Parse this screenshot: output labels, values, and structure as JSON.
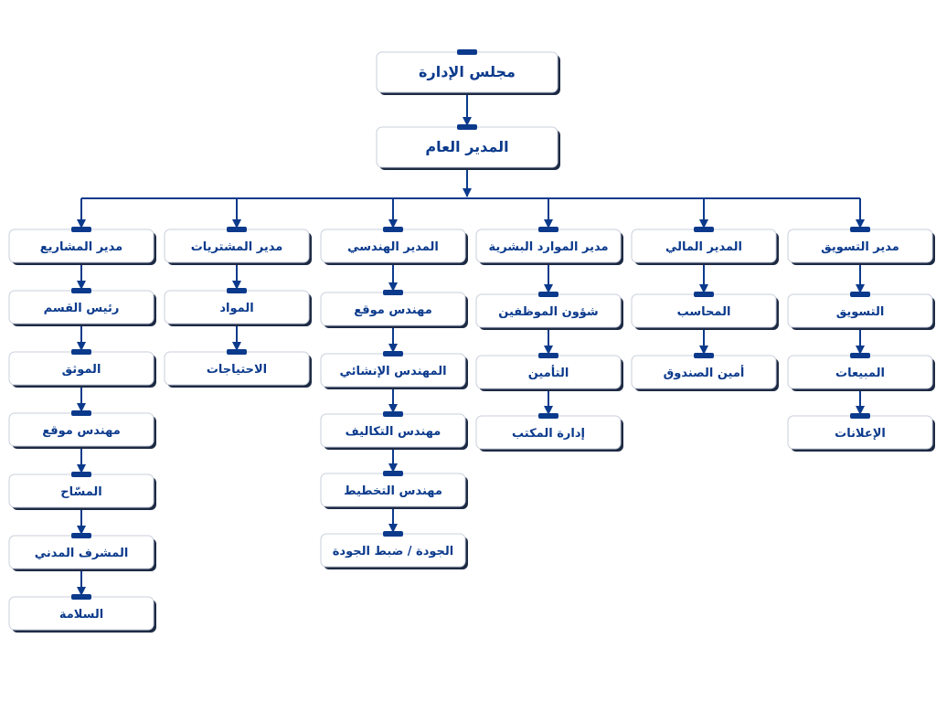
{
  "colors": {
    "line": "#0b3a8c",
    "box_fill": "#ffffff",
    "box_shadow": "#1d2a44",
    "box_border": "#c9cfdb",
    "text": "#0b3a8c",
    "cap": "#0b3a8c"
  },
  "top": {
    "board": "مجلس الإدارة",
    "gm": "المدير العام"
  },
  "columns": [
    {
      "id": "projects",
      "head": "مدير المشاريع",
      "items": [
        "رئيس القسم",
        "الموثق",
        "مهندس موقع",
        "المسّاح",
        "المشرف المدني",
        "السلامة"
      ]
    },
    {
      "id": "procurement",
      "head": "مدير المشتريات",
      "items": [
        "المواد",
        "الاحتياجات"
      ]
    },
    {
      "id": "engineering",
      "head": "المدير الهندسي",
      "items": [
        "مهندس موقع",
        "المهندس الإنشائي",
        "مهندس التكاليف",
        "مهندس التخطيط",
        "الجودة / ضبط الجودة"
      ]
    },
    {
      "id": "hr",
      "head": "مدير الموارد البشرية",
      "items": [
        "شؤون الموظفين",
        "التأمين",
        "إدارة المكتب"
      ]
    },
    {
      "id": "finance",
      "head": "المدير المالي",
      "items": [
        "المحاسب",
        "أمين الصندوق"
      ]
    },
    {
      "id": "marketing",
      "head": "مدير التسويق",
      "items": [
        "التسويق",
        "المبيعات",
        "الإعلانات"
      ]
    }
  ]
}
